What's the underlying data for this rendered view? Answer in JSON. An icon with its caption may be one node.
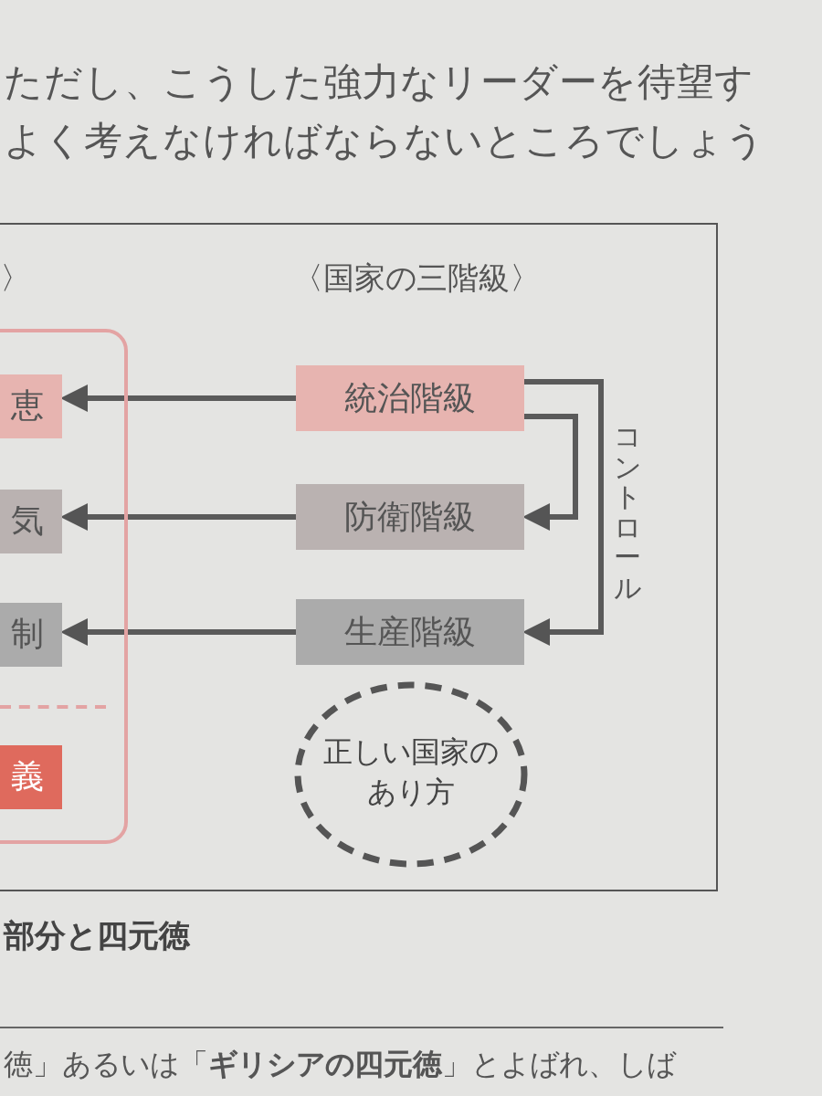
{
  "diagram": {
    "nodes": [
      {
        "text": [],
        "shape": "box"
      },
      {
        "text": [
          "恵"
        ],
        "in": 0
      },
      {
        "text": [
          "気"
        ],
        "in": 0
      },
      {
        "text": [
          "制"
        ],
        "in": 0
      },
      {
        "text": [
          "義"
        ],
        "in": 0
      },
      {
        "text": [
          "統治階級"
        ]
      },
      {
        "text": [
          "防衛階級"
        ]
      },
      {
        "text": [
          "生産階級"
        ]
      },
      {
        "text": [
          "正しい国家のあり方"
        ]
      }
    ],
    "edges": [
      {
        "from": 5,
        "to": 1,
        "arrow": "to"
      },
      {
        "from": 6,
        "to": 2,
        "arrow": "to"
      },
      {
        "from": 7,
        "to": 3,
        "arrow": "to"
      },
      {
        "from": 5,
        "to": 6,
        "arrow": "to"
      },
      {
        "from": 5,
        "to": 7,
        "arrow": "to",
        "label": "コントロール"
      }
    ],
    "labels": [
      "ただし、こうした強力なリーダーを待望す",
      "よく考えなければならないところでしょう",
      "〉",
      "〈国家の三階級〉",
      "部分と四元徳",
      "徳」あるいは「**ギリシアの四元徳**」とよばれ、しば"
    ]
  }
}
